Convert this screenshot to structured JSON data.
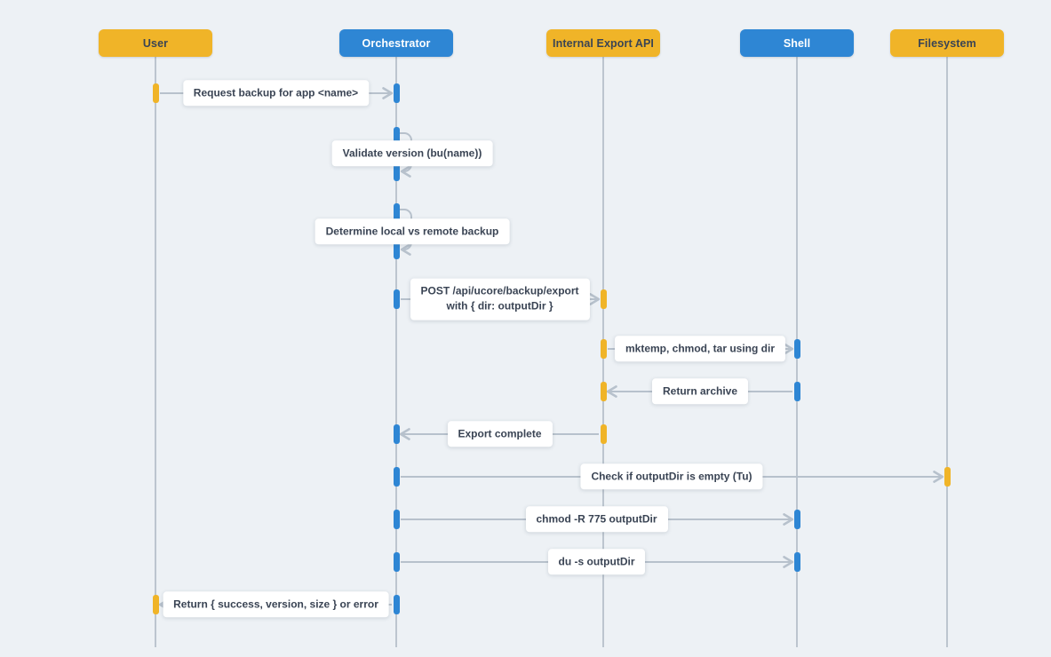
{
  "diagram": {
    "type": "sequence",
    "actors": [
      {
        "id": "user",
        "label": "User",
        "color": "yellow"
      },
      {
        "id": "orchestrator",
        "label": "Orchestrator",
        "color": "blue"
      },
      {
        "id": "api",
        "label": "Internal Export API",
        "color": "yellow"
      },
      {
        "id": "shell",
        "label": "Shell",
        "color": "blue"
      },
      {
        "id": "filesystem",
        "label": "Filesystem",
        "color": "yellow"
      }
    ],
    "messages": [
      {
        "type": "message",
        "from": "user",
        "to": "orchestrator",
        "label": "Request backup for app <name>"
      },
      {
        "type": "self",
        "actor": "orchestrator",
        "label": "Validate version (bu(name))"
      },
      {
        "type": "self",
        "actor": "orchestrator",
        "label": "Determine local vs remote backup"
      },
      {
        "type": "message",
        "from": "orchestrator",
        "to": "api",
        "label": "POST /api/ucore/backup/export\nwith { dir: outputDir }"
      },
      {
        "type": "message",
        "from": "api",
        "to": "shell",
        "label": "mktemp, chmod, tar using dir"
      },
      {
        "type": "message",
        "from": "shell",
        "to": "api",
        "label": "Return archive"
      },
      {
        "type": "message",
        "from": "api",
        "to": "orchestrator",
        "label": "Export complete"
      },
      {
        "type": "message",
        "from": "orchestrator",
        "to": "filesystem",
        "label": "Check if outputDir is empty (Tu)"
      },
      {
        "type": "message",
        "from": "orchestrator",
        "to": "shell",
        "label": "chmod -R 775 outputDir"
      },
      {
        "type": "message",
        "from": "orchestrator",
        "to": "shell",
        "label": "du -s outputDir"
      },
      {
        "type": "message",
        "from": "orchestrator",
        "to": "user",
        "label": "Return { success, version, size } or error"
      }
    ],
    "colors": {
      "background": "#edf1f5",
      "actor_yellow": "#F0B428",
      "actor_blue": "#2E86D4",
      "lifeline": "#bcc5cf",
      "arrow": "#b7c1cc",
      "label_text": "#3a4454",
      "actor_text_dark": "#3a4454",
      "actor_text_light": "#ffffff",
      "label_background": "#ffffff"
    }
  }
}
